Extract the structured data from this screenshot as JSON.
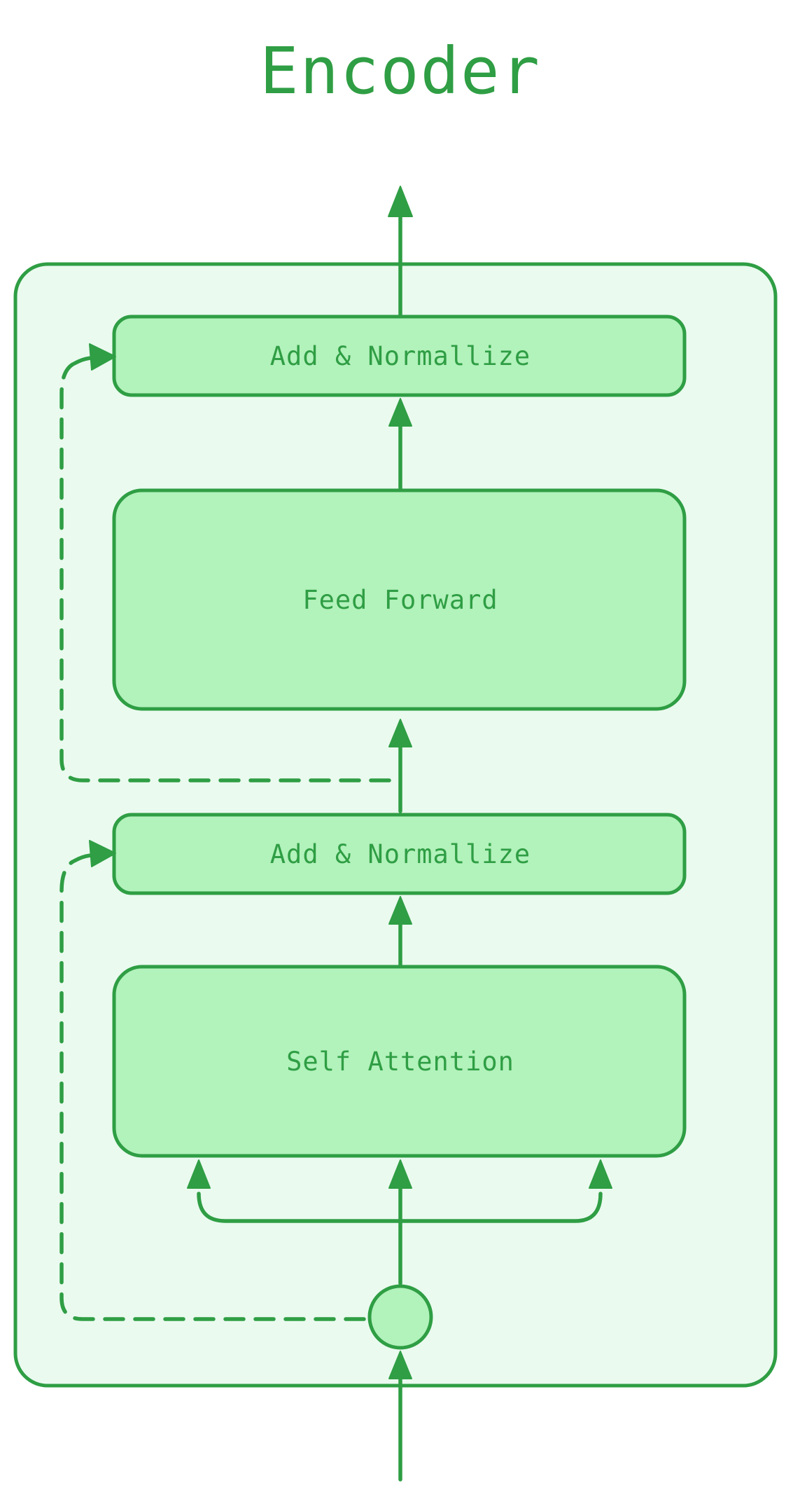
{
  "title": "Encoder",
  "colors": {
    "stroke": "#2f9e44",
    "block_fill": "#b2f2bb",
    "container_fill": "#eafaef",
    "page_background": "#ffffff"
  },
  "blocks": [
    {
      "id": "add-normalize-top",
      "label": "Add & Normallize"
    },
    {
      "id": "feed-forward",
      "label": "Feed Forward"
    },
    {
      "id": "add-normalize-bottom",
      "label": "Add & Normallize"
    },
    {
      "id": "self-attention",
      "label": "Self Attention"
    }
  ],
  "nodes": [
    {
      "id": "input-junction",
      "shape": "circle"
    }
  ],
  "edges": [
    {
      "id": "output-arrow",
      "from": "add-normalize-top",
      "to": "output",
      "style": "solid"
    },
    {
      "id": "feed-forward-to-add-normalize-top",
      "from": "feed-forward",
      "to": "add-normalize-top",
      "style": "solid"
    },
    {
      "id": "add-normalize-bottom-to-feed-forward",
      "from": "add-normalize-bottom",
      "to": "feed-forward",
      "style": "solid"
    },
    {
      "id": "self-attention-to-add-normalize-bottom",
      "from": "self-attention",
      "to": "add-normalize-bottom",
      "style": "solid"
    },
    {
      "id": "junction-to-self-attention-left",
      "from": "input-junction",
      "to": "self-attention",
      "style": "solid"
    },
    {
      "id": "junction-to-self-attention-middle",
      "from": "input-junction",
      "to": "self-attention",
      "style": "solid"
    },
    {
      "id": "junction-to-self-attention-right",
      "from": "input-junction",
      "to": "self-attention",
      "style": "solid"
    },
    {
      "id": "input-arrow",
      "from": "input",
      "to": "input-junction",
      "style": "solid"
    },
    {
      "id": "residual-around-feed-forward",
      "from": "add-normalize-bottom",
      "to": "add-normalize-top",
      "style": "dashed"
    },
    {
      "id": "residual-around-self-attention",
      "from": "input-junction",
      "to": "add-normalize-bottom",
      "style": "dashed"
    }
  ]
}
